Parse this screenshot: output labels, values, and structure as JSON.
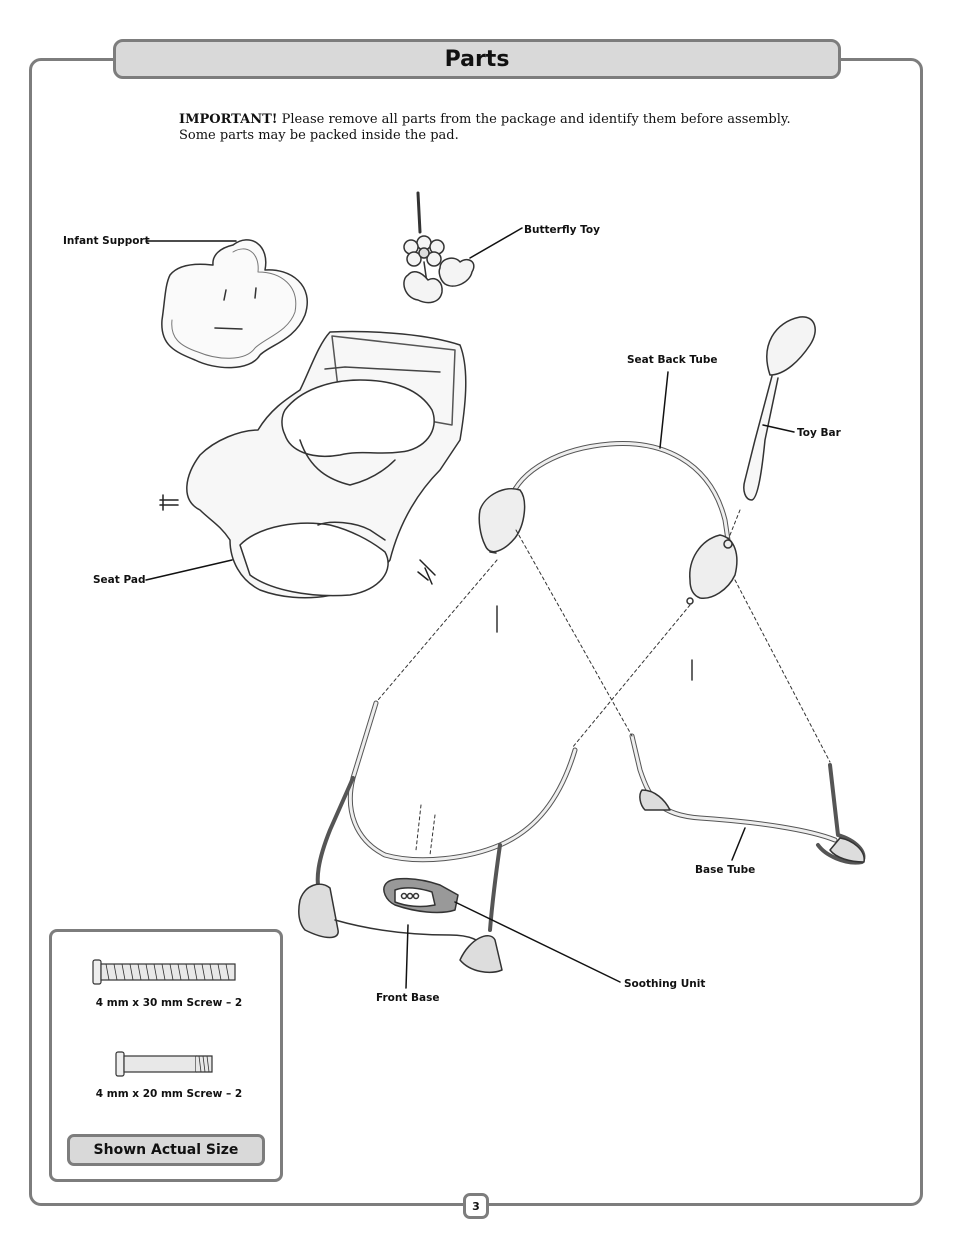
{
  "page": {
    "title": "Parts",
    "page_number": "3"
  },
  "intro": {
    "important_label": "IMPORTANT!",
    "text_line1": " Please remove all parts from the package and identify them before assembly.",
    "text_line2": "Some parts may be packed inside the pad."
  },
  "parts": {
    "infant_support": "Infant Support",
    "butterfly_toy": "Butterfly Toy",
    "seat_back_tube": "Seat Back Tube",
    "toy_bar": "Toy Bar",
    "seat_pad": "Seat Pad",
    "base_tube": "Base Tube",
    "front_base": "Front Base",
    "soothing_unit": "Soothing Unit"
  },
  "hardware": {
    "screw_30": "4 mm x 30 mm Screw – 2",
    "screw_20": "4 mm x 20 mm Screw – 2",
    "actual_size_label": "Shown Actual Size"
  }
}
